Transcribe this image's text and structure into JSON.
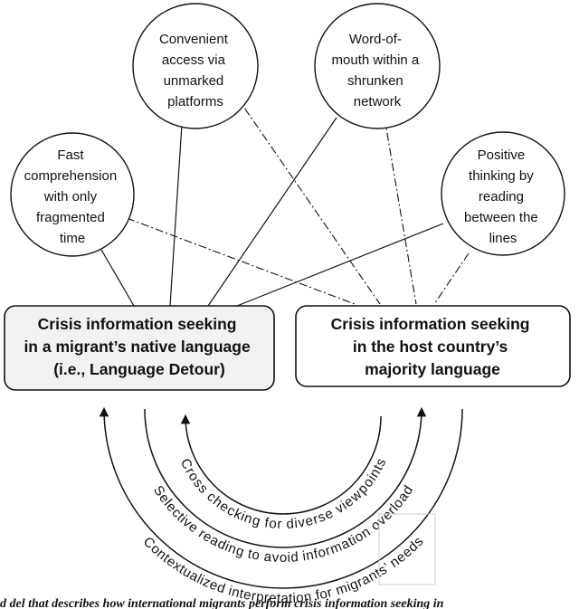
{
  "circles": [
    {
      "id": "fast",
      "lines": [
        "Fast",
        "comprehension",
        "with only",
        "fragmented",
        "time"
      ]
    },
    {
      "id": "convenient",
      "lines": [
        "Convenient",
        "access via",
        "unmarked",
        "platforms"
      ]
    },
    {
      "id": "word",
      "lines": [
        "Word-of-",
        "mouth within a",
        "shrunken",
        "network"
      ]
    },
    {
      "id": "positive",
      "lines": [
        "Positive",
        "thinking by",
        "reading",
        "between the",
        "lines"
      ]
    }
  ],
  "boxes": {
    "native": {
      "lines": [
        "Crisis information seeking",
        "in a migrant’s native language",
        "(i.e., Language Detour)"
      ]
    },
    "host": {
      "lines": [
        "Crisis information seeking",
        "in the host country’s",
        "majority language"
      ]
    }
  },
  "arcs": {
    "inner": "Cross checking for diverse viewpoints",
    "middle": "Selective reading to avoid information overload",
    "outer": "Contextualized interpretation for migrants’ needs"
  },
  "caption": "d del that describes how international migrants perform crisis information seeking in"
}
